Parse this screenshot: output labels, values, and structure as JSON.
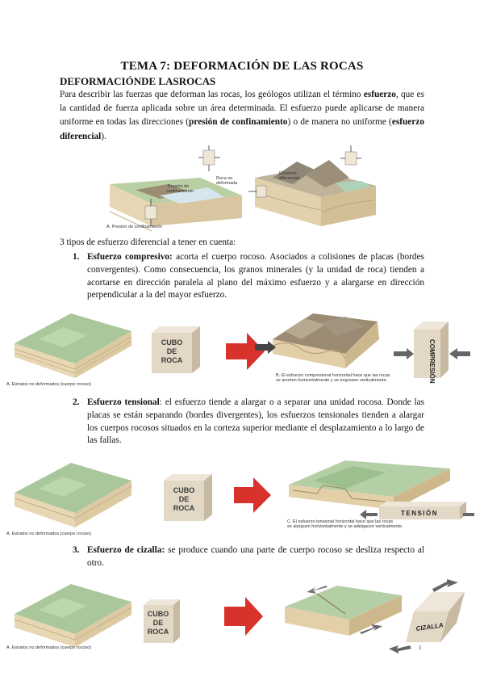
{
  "title": "TEMA 7: DEFORMACIÓN DE LAS ROCAS",
  "subtitle": "DEFORMACIÓNDE LASROCAS",
  "intro": {
    "p1": "Para describir las fuerzas que deforman las rocas, los geólogos utilizan el término ",
    "b1": "esfuerzo",
    "p2": ", que es la cantidad de fuerza aplicada sobre un área determinada. El esfuerzo puede aplicarse de manera uniforme en todas las direcciones (",
    "b2": "presión de confinamiento",
    "p3": ") o de manera no uniforme (",
    "b3": "esfuerzo diferencial",
    "p4": ")."
  },
  "figure_top": {
    "left_labels": [
      "Presión de",
      "confinamiento",
      "Roca no",
      "deformada",
      "A. Presión de confinamiento"
    ],
    "right_labels": [
      "Esfuerzo",
      "diferencial"
    ]
  },
  "list_intro": "3 tipos de esfuerzo diferencial a tener en cuenta:",
  "items": [
    {
      "num": "1.",
      "head": "Esfuerzo compresivo:",
      "text": " acorta el cuerpo rocoso. Asociados a colisiones de placas (bordes convergentes). Como consecuencia, los granos minerales (y la unidad de roca) tienden a acortarse en dirección paralela al plano del máximo esfuerzo y a alargarse en dirección perpendicular a la del mayor esfuerzo."
    },
    {
      "num": "2.",
      "head": "Esfuerzo tensional",
      "text": ": el esfuerzo tiende a alargar o a separar una unidad rocosa. Donde las placas se están separando (bordes divergentes), los esfuerzos tensionales tienden a alargar los cuerpos rocosos situados en la corteza superior mediante el desplazamiento a lo largo de las fallas."
    },
    {
      "num": "3.",
      "head": "Esfuerzo de cizalla:",
      "text": " se produce cuando una parte de cuerpo rocoso se desliza respecto al otro."
    }
  ],
  "figures": {
    "caption_a": "A. Estratos no deformados (cuerpo rocoso)",
    "cube_lines": [
      "CUBO",
      "DE",
      "ROCA"
    ],
    "compression_label": "COMPRESIÓN",
    "compression_caption": [
      "B. El esfuerzo compresional horizontal hace que las rocas",
      "se acorten horizontalmente y se engrosen verticalmente."
    ],
    "tension_label": "TENSIÓN",
    "tension_caption": [
      "C. El esfuerzo tensional horizontal hace que las rocas",
      "se alarguen horizontalmente y se adelgacen verticalmente."
    ],
    "shear_label": "CIZALLA"
  },
  "page_number": "1",
  "colors": {
    "arrow_red": "#d8322c",
    "cube_face": "#e3d8c6",
    "terrain_green": "#a9c79a",
    "strata_tan": "#e7d7b3"
  }
}
